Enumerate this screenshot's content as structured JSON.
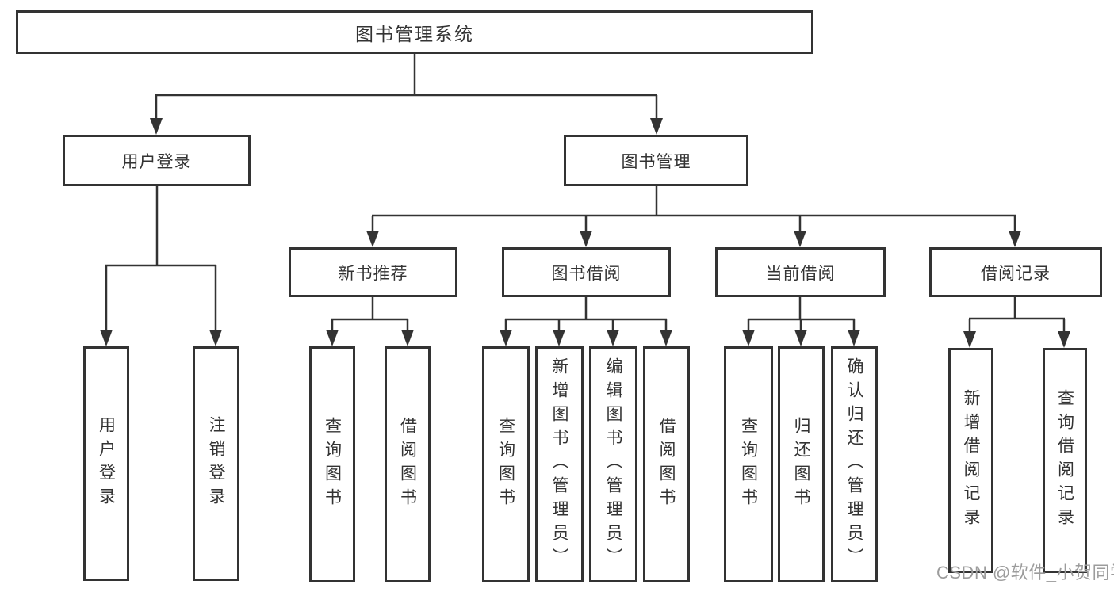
{
  "colors": {
    "line": "#333333",
    "text": "#333333",
    "bg": "#ffffff",
    "box-bg": "#ffffff",
    "watermark": "#9c9c9c"
  },
  "tree": {
    "root": "图书管理系统",
    "children": [
      {
        "label": "用户登录",
        "leaves": [
          "用户登录",
          "注销登录"
        ]
      },
      {
        "label": "图书管理",
        "children": [
          {
            "label": "新书推荐",
            "leaves": [
              "查询图书",
              "借阅图书"
            ]
          },
          {
            "label": "图书借阅",
            "leaves": [
              "查询图书",
              "新增图书（管理员）",
              "编辑图书（管理员）",
              "借阅图书"
            ]
          },
          {
            "label": "当前借阅",
            "leaves": [
              "查询图书",
              "归还图书",
              "确认归还（管理员）"
            ]
          },
          {
            "label": "借阅记录",
            "leaves": [
              "新增借阅记录",
              "查询借阅记录"
            ]
          }
        ]
      }
    ]
  },
  "watermark": "CSDN @软件_小贺同学"
}
